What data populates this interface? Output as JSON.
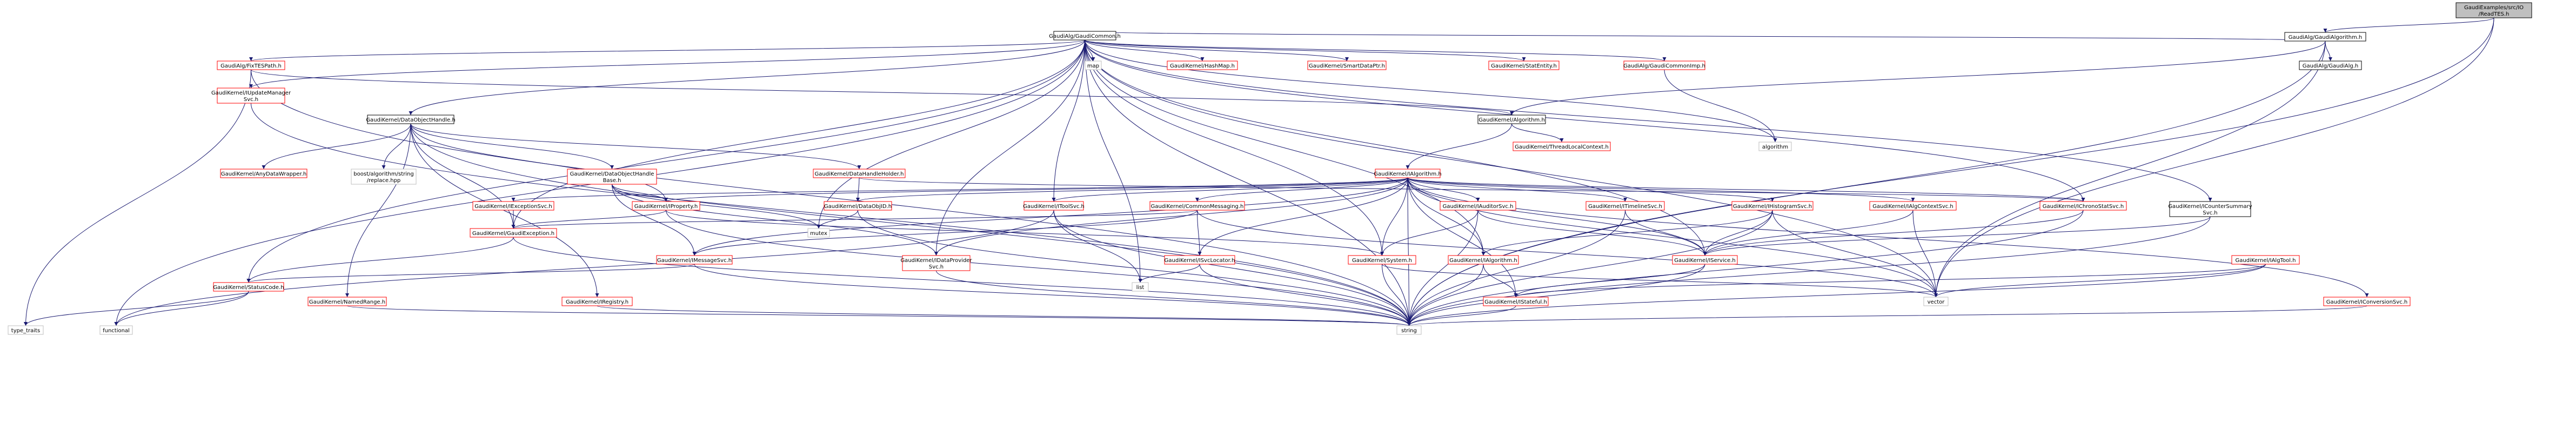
{
  "graph": {
    "colors": {
      "edge": "#191970",
      "node_default_fill": "#ffffff",
      "node_default_stroke": "#000000",
      "node_root_fill": "#bfbfbf",
      "node_root_stroke": "#000000",
      "node_missing_stroke": "#ff0000",
      "node_plain_stroke": "#bfbfbf"
    },
    "nodes": [
      {
        "id": "root",
        "lines": [
          "GaudiExamples/src/IO",
          "/ReadTES.h"
        ],
        "kind": "root"
      },
      {
        "id": "gaudialgorithm",
        "lines": [
          "GaudiAlg/GaudiAlgorithm.h"
        ],
        "kind": "normal"
      },
      {
        "id": "gaudicommon",
        "lines": [
          "GaudiAlg/GaudiCommon.h"
        ],
        "kind": "normal"
      },
      {
        "id": "gaudialg",
        "lines": [
          "GaudiAlg/GaudiAlg.h"
        ],
        "kind": "normal"
      },
      {
        "id": "fixtespath",
        "lines": [
          "GaudiAlg/FixTESPath.h"
        ],
        "kind": "missing"
      },
      {
        "id": "updatemanager",
        "lines": [
          "GaudiKernel/IUpdateManager",
          "Svc.h"
        ],
        "kind": "missing"
      },
      {
        "id": "dataobjecthandle",
        "lines": [
          "GaudiKernel/DataObjectHandle.h"
        ],
        "kind": "normal"
      },
      {
        "id": "hashmap",
        "lines": [
          "GaudiKernel/HashMap.h"
        ],
        "kind": "missing"
      },
      {
        "id": "smartdataptr",
        "lines": [
          "GaudiKernel/SmartDataPtr.h"
        ],
        "kind": "missing"
      },
      {
        "id": "statentity",
        "lines": [
          "GaudiKernel/StatEntity.h"
        ],
        "kind": "missing"
      },
      {
        "id": "gaudicommonimp",
        "lines": [
          "GaudiAlg/GaudiCommonImp.h"
        ],
        "kind": "missing"
      },
      {
        "id": "map",
        "lines": [
          "map"
        ],
        "kind": "plain"
      },
      {
        "id": "algorithmh",
        "lines": [
          "GaudiKernel/Algorithm.h"
        ],
        "kind": "normal"
      },
      {
        "id": "algorithm",
        "lines": [
          "algorithm"
        ],
        "kind": "plain"
      },
      {
        "id": "threadlocal",
        "lines": [
          "GaudiKernel/ThreadLocalContext.h"
        ],
        "kind": "missing"
      },
      {
        "id": "ialgorithm",
        "lines": [
          "GaudiKernel/IAlgorithm.h"
        ],
        "kind": "missing"
      },
      {
        "id": "anydatawrapper",
        "lines": [
          "GaudiKernel/AnyDataWrapper.h"
        ],
        "kind": "missing"
      },
      {
        "id": "boostreplace",
        "lines": [
          "boost/algorithm/string",
          "/replace.hpp"
        ],
        "kind": "plain"
      },
      {
        "id": "dataobjhandlebase",
        "lines": [
          "GaudiKernel/DataObjectHandle",
          "Base.h"
        ],
        "kind": "missing"
      },
      {
        "id": "datahandleholder",
        "lines": [
          "GaudiKernel/DataHandleHolder.h"
        ],
        "kind": "missing"
      },
      {
        "id": "iexceptionsvc",
        "lines": [
          "GaudiKernel/IExceptionSvc.h"
        ],
        "kind": "missing"
      },
      {
        "id": "iproperty",
        "lines": [
          "GaudiKernel/IProperty.h"
        ],
        "kind": "missing"
      },
      {
        "id": "dataobjid",
        "lines": [
          "GaudiKernel/DataObjID.h"
        ],
        "kind": "missing"
      },
      {
        "id": "itoolsvc",
        "lines": [
          "GaudiKernel/IToolSvc.h"
        ],
        "kind": "missing"
      },
      {
        "id": "commonmessaging",
        "lines": [
          "GaudiKernel/CommonMessaging.h"
        ],
        "kind": "missing"
      },
      {
        "id": "iauditorsvc",
        "lines": [
          "GaudiKernel/IAuditorSvc.h"
        ],
        "kind": "missing"
      },
      {
        "id": "itimelinesvc",
        "lines": [
          "GaudiKernel/ITimelineSvc.h"
        ],
        "kind": "missing"
      },
      {
        "id": "ihistogramsvc",
        "lines": [
          "GaudiKernel/IHistogramSvc.h"
        ],
        "kind": "missing"
      },
      {
        "id": "ialgcontextsvc",
        "lines": [
          "GaudiKernel/IAlgContextSvc.h"
        ],
        "kind": "missing"
      },
      {
        "id": "ichronostatsvc",
        "lines": [
          "GaudiKernel/IChronoStatSvc.h"
        ],
        "kind": "missing"
      },
      {
        "id": "icountersummary",
        "lines": [
          "GaudiKernel/ICounterSummary",
          "Svc.h"
        ],
        "kind": "normal"
      },
      {
        "id": "ialgtool",
        "lines": [
          "GaudiKernel/IAlgTool.h"
        ],
        "kind": "missing"
      },
      {
        "id": "iconversionsvc",
        "lines": [
          "GaudiKernel/IConversionSvc.h"
        ],
        "kind": "missing"
      },
      {
        "id": "gaudiexception",
        "lines": [
          "GaudiKernel/GaudiException.h"
        ],
        "kind": "missing"
      },
      {
        "id": "imessagesvc",
        "lines": [
          "GaudiKernel/IMessageSvc.h"
        ],
        "kind": "missing"
      },
      {
        "id": "mutex",
        "lines": [
          "mutex"
        ],
        "kind": "plain"
      },
      {
        "id": "idataprovider",
        "lines": [
          "GaudiKernel/IDataProvider",
          "Svc.h"
        ],
        "kind": "missing"
      },
      {
        "id": "isvclocator",
        "lines": [
          "GaudiKernel/ISvcLocator.h"
        ],
        "kind": "missing"
      },
      {
        "id": "systemh",
        "lines": [
          "GaudiKernel/System.h"
        ],
        "kind": "missing"
      },
      {
        "id": "ialgorithm2",
        "lines": [
          "GaudiKernel/IAlgorithm.h"
        ],
        "kind": "missing"
      },
      {
        "id": "iservice",
        "lines": [
          "GaudiKernel/IService.h"
        ],
        "kind": "missing"
      },
      {
        "id": "statuscode",
        "lines": [
          "GaudiKernel/StatusCode.h"
        ],
        "kind": "missing"
      },
      {
        "id": "namedrange",
        "lines": [
          "GaudiKernel/NamedRange.h"
        ],
        "kind": "missing"
      },
      {
        "id": "iregistry",
        "lines": [
          "GaudiKernel/IRegistry.h"
        ],
        "kind": "missing"
      },
      {
        "id": "istateful",
        "lines": [
          "GaudiKernel/IStateful.h"
        ],
        "kind": "missing"
      },
      {
        "id": "list",
        "lines": [
          "list"
        ],
        "kind": "plain"
      },
      {
        "id": "vector",
        "lines": [
          "vector"
        ],
        "kind": "plain"
      },
      {
        "id": "typetraits",
        "lines": [
          "type_traits"
        ],
        "kind": "plain"
      },
      {
        "id": "functional",
        "lines": [
          "functional"
        ],
        "kind": "plain"
      },
      {
        "id": "string",
        "lines": [
          "string"
        ],
        "kind": "plain"
      }
    ],
    "edges": [
      [
        "root",
        "gaudialgorithm"
      ],
      [
        "root",
        "vector"
      ],
      [
        "root",
        "string"
      ],
      [
        "gaudialgorithm",
        "gaudicommon"
      ],
      [
        "gaudialgorithm",
        "gaudialg"
      ],
      [
        "gaudialgorithm",
        "algorithmh"
      ],
      [
        "gaudialgorithm",
        "vector"
      ],
      [
        "gaudialgorithm",
        "string"
      ],
      [
        "gaudicommon",
        "fixtespath"
      ],
      [
        "gaudicommon",
        "updatemanager"
      ],
      [
        "gaudicommon",
        "dataobjecthandle"
      ],
      [
        "gaudicommon",
        "hashmap"
      ],
      [
        "gaudicommon",
        "smartdataptr"
      ],
      [
        "gaudicommon",
        "statentity"
      ],
      [
        "gaudicommon",
        "gaudicommonimp"
      ],
      [
        "gaudicommon",
        "map"
      ],
      [
        "gaudicommon",
        "algorithm"
      ],
      [
        "gaudicommon",
        "itoolsvc"
      ],
      [
        "gaudicommon",
        "idataprovider"
      ],
      [
        "gaudicommon",
        "icountersummary"
      ],
      [
        "gaudicommon",
        "ichronostatsvc"
      ],
      [
        "gaudicommon",
        "statuscode"
      ],
      [
        "gaudicommon",
        "gaudiexception"
      ],
      [
        "gaudicommon",
        "systemh"
      ],
      [
        "gaudicommon",
        "ialgorithm2"
      ],
      [
        "gaudicommon",
        "iservice"
      ],
      [
        "gaudicommon",
        "list"
      ],
      [
        "gaudicommon",
        "vector"
      ],
      [
        "gaudicommon",
        "string"
      ],
      [
        "gaudicommon",
        "functional"
      ],
      [
        "gaudicommon",
        "mutex"
      ],
      [
        "fixtespath",
        "algorithmh"
      ],
      [
        "fixtespath",
        "typetraits"
      ],
      [
        "fixtespath",
        "string"
      ],
      [
        "updatemanager",
        "string"
      ],
      [
        "dataobjecthandle",
        "anydatawrapper"
      ],
      [
        "dataobjecthandle",
        "boostreplace"
      ],
      [
        "dataobjecthandle",
        "dataobjhandlebase"
      ],
      [
        "dataobjecthandle",
        "datahandleholder"
      ],
      [
        "dataobjecthandle",
        "iproperty"
      ],
      [
        "dataobjecthandle",
        "gaudiexception"
      ],
      [
        "dataobjecthandle",
        "namedrange"
      ],
      [
        "dataobjecthandle",
        "iregistry"
      ],
      [
        "dataobjecthandle",
        "string"
      ],
      [
        "gaudicommonimp",
        "algorithm"
      ],
      [
        "algorithmh",
        "threadlocal"
      ],
      [
        "algorithmh",
        "ialgorithm"
      ],
      [
        "ialgorithm",
        "iexceptionsvc"
      ],
      [
        "ialgorithm",
        "iproperty"
      ],
      [
        "ialgorithm",
        "dataobjid"
      ],
      [
        "ialgorithm",
        "itoolsvc"
      ],
      [
        "ialgorithm",
        "commonmessaging"
      ],
      [
        "ialgorithm",
        "iauditorsvc"
      ],
      [
        "ialgorithm",
        "itimelinesvc"
      ],
      [
        "ialgorithm",
        "ihistogramsvc"
      ],
      [
        "ialgorithm",
        "ialgcontextsvc"
      ],
      [
        "ialgorithm",
        "ichronostatsvc"
      ],
      [
        "ialgorithm",
        "iconversionsvc"
      ],
      [
        "ialgorithm",
        "imessagesvc"
      ],
      [
        "ialgorithm",
        "idataprovider"
      ],
      [
        "ialgorithm",
        "isvclocator"
      ],
      [
        "ialgorithm",
        "systemh"
      ],
      [
        "ialgorithm",
        "ialgorithm2"
      ],
      [
        "ialgorithm",
        "iservice"
      ],
      [
        "ialgorithm",
        "istateful"
      ],
      [
        "ialgorithm",
        "vector"
      ],
      [
        "ialgorithm",
        "string"
      ],
      [
        "dataobjhandlebase",
        "iproperty"
      ],
      [
        "dataobjhandlebase",
        "imessagesvc"
      ],
      [
        "dataobjhandlebase",
        "idataprovider"
      ],
      [
        "dataobjhandlebase",
        "mutex"
      ],
      [
        "datahandleholder",
        "dataobjid"
      ],
      [
        "datahandleholder",
        "ichronostatsvc"
      ],
      [
        "iexceptionsvc",
        "gaudiexception"
      ],
      [
        "iproperty",
        "gaudiexception"
      ],
      [
        "iproperty",
        "systemh"
      ],
      [
        "iproperty",
        "string"
      ],
      [
        "dataobjid",
        "mutex"
      ],
      [
        "dataobjid",
        "string"
      ],
      [
        "itoolsvc",
        "list"
      ],
      [
        "itoolsvc",
        "functional"
      ],
      [
        "itoolsvc",
        "string"
      ],
      [
        "commonmessaging",
        "imessagesvc"
      ],
      [
        "commonmessaging",
        "isvclocator"
      ],
      [
        "commonmessaging",
        "gaudiexception"
      ],
      [
        "commonmessaging",
        "vector"
      ],
      [
        "iauditorsvc",
        "iservice"
      ],
      [
        "iauditorsvc",
        "systemh"
      ],
      [
        "iauditorsvc",
        "string"
      ],
      [
        "itimelinesvc",
        "iservice"
      ],
      [
        "itimelinesvc",
        "string"
      ],
      [
        "ihistogramsvc",
        "iservice"
      ],
      [
        "ihistogramsvc",
        "ialgorithm2"
      ],
      [
        "ihistogramsvc",
        "vector"
      ],
      [
        "ihistogramsvc",
        "string"
      ],
      [
        "ialgcontextsvc",
        "iservice"
      ],
      [
        "ialgcontextsvc",
        "vector"
      ],
      [
        "ichronostatsvc",
        "iservice"
      ],
      [
        "ichronostatsvc",
        "string"
      ],
      [
        "icountersummary",
        "iservice"
      ],
      [
        "icountersummary",
        "string"
      ],
      [
        "ialgtool",
        "vector"
      ],
      [
        "ialgtool",
        "string"
      ],
      [
        "ialgtool",
        "istateful"
      ],
      [
        "iconversionsvc",
        "string"
      ],
      [
        "gaudiexception",
        "statuscode"
      ],
      [
        "gaudiexception",
        "string"
      ],
      [
        "imessagesvc",
        "statuscode"
      ],
      [
        "imessagesvc",
        "string"
      ],
      [
        "idataprovider",
        "string"
      ],
      [
        "isvclocator",
        "list"
      ],
      [
        "isvclocator",
        "string"
      ],
      [
        "systemh",
        "vector"
      ],
      [
        "systemh",
        "string"
      ],
      [
        "ialgorithm2",
        "istateful"
      ],
      [
        "ialgorithm2",
        "string"
      ],
      [
        "iservice",
        "istateful"
      ],
      [
        "iservice",
        "string"
      ],
      [
        "statuscode",
        "typetraits"
      ],
      [
        "statuscode",
        "functional"
      ],
      [
        "namedrange",
        "string"
      ],
      [
        "iregistry",
        "string"
      ],
      [
        "istateful",
        "string"
      ]
    ]
  }
}
